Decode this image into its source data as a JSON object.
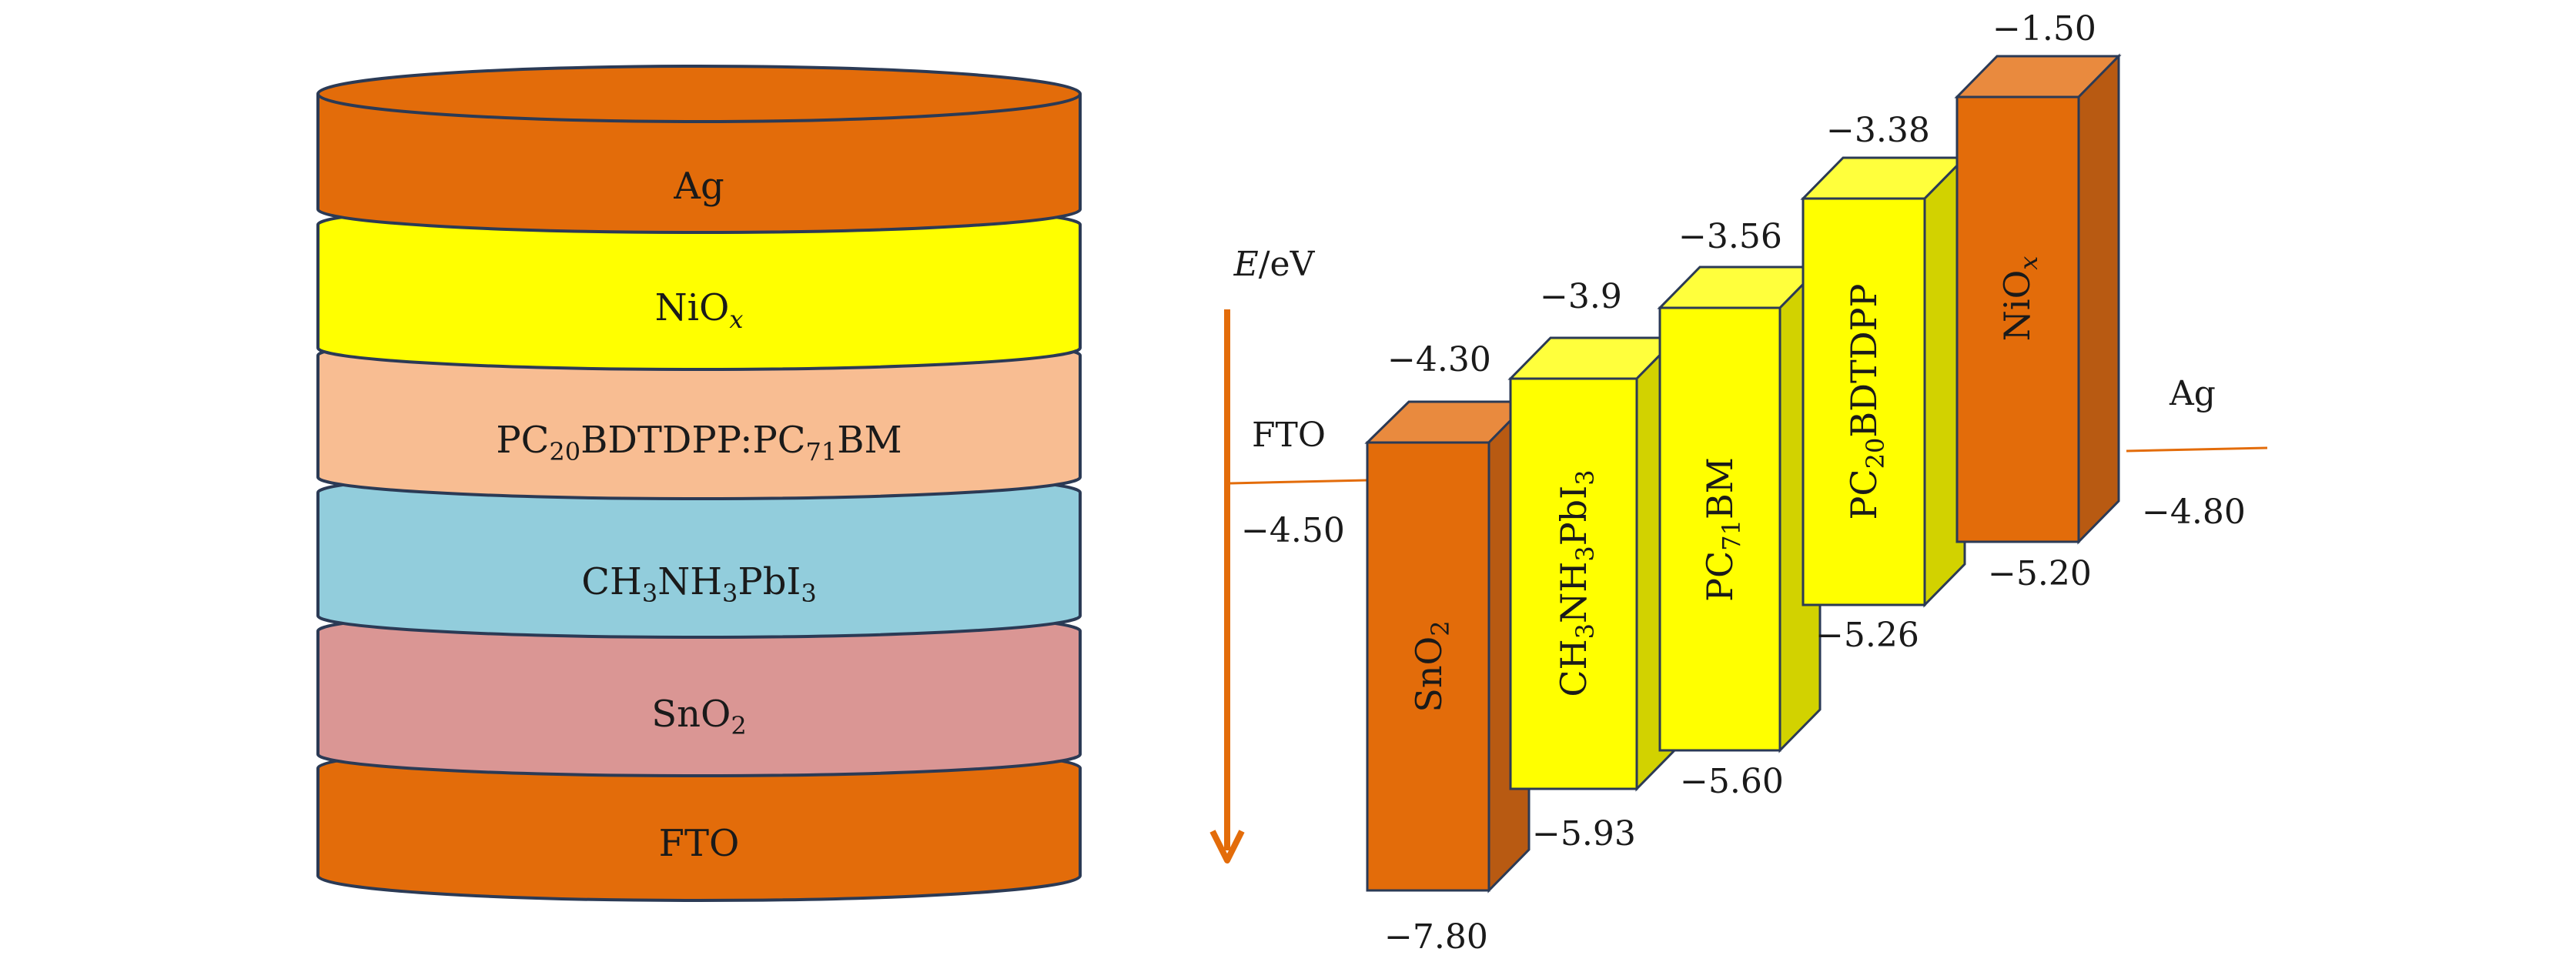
{
  "colors": {
    "orange": "#e36c0a",
    "orange_top": "#e98a3e",
    "orange_side": "#b85a12",
    "yellow": "#ffff00",
    "yellow_top": "#ffff3c",
    "yellow_side": "#d2d200",
    "peach": "#f8bd92",
    "blue": "#92cddc",
    "pink": "#da9694",
    "outline": "#2b3a55",
    "arrow": "#e36c0a"
  },
  "stack": {
    "layers": [
      {
        "name": "Ag",
        "main": "Ag",
        "sub": "",
        "tail": "",
        "sub2": "",
        "tail2": "",
        "color": "#e36c0a"
      },
      {
        "name": "NiOx",
        "main": "NiO",
        "sub": "x",
        "tail": "",
        "sub2": "",
        "tail2": "",
        "color": "#ffff00"
      },
      {
        "name": "PC20BDTDPP:PC71BM",
        "main": "PC",
        "sub": "20",
        "tail": "BDTDPP:PC",
        "sub2": "71",
        "tail2": "BM",
        "color": "#f8bd92"
      },
      {
        "name": "CH3NH3PbI3",
        "main": "CH",
        "sub": "3",
        "tail": "NH",
        "sub2": "3",
        "tail2": "PbI",
        "sub3": "3",
        "color": "#92cddc"
      },
      {
        "name": "SnO2",
        "main": "SnO",
        "sub": "2",
        "tail": "",
        "sub2": "",
        "tail2": "",
        "color": "#da9694"
      },
      {
        "name": "FTO",
        "main": "FTO",
        "sub": "",
        "tail": "",
        "sub2": "",
        "tail2": "",
        "color": "#e36c0a"
      }
    ]
  },
  "energy": {
    "axis_label_italic": "E",
    "axis_label_unit": "/eV",
    "electrodes": [
      {
        "name": "FTO",
        "value": "−4.50"
      },
      {
        "name": "Ag",
        "value": "−4.80"
      }
    ],
    "bands": [
      {
        "name": "SnO2",
        "top": "−4.30",
        "bottom": "−7.80"
      },
      {
        "name": "CH3NH3PbI3",
        "top": "−3.9",
        "bottom": "−5.93"
      },
      {
        "name": "PC71BM",
        "top": "−3.56",
        "bottom": "−5.60"
      },
      {
        "name": "PC20BDTDPP",
        "top": "−3.38",
        "bottom": "−5.26"
      },
      {
        "name": "NiOx",
        "top": "−1.50",
        "bottom": "−5.20"
      }
    ]
  }
}
